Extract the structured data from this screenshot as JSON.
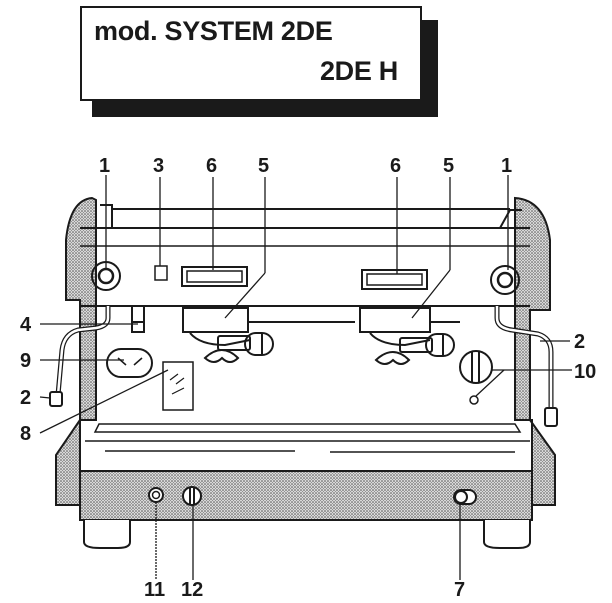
{
  "title": {
    "line1": "mod. SYSTEM 2DE",
    "line2": "2DE H"
  },
  "callouts": {
    "c1_left": "1",
    "c3": "3",
    "c6_left": "6",
    "c5_left": "5",
    "c6_right": "6",
    "c5_right": "5",
    "c1_right": "1",
    "c4": "4",
    "c9": "9",
    "c2_left": "2",
    "c8": "8",
    "c2_right": "2",
    "c10": "10",
    "c11": "11",
    "c12": "12",
    "c7": "7"
  },
  "colors": {
    "ink": "#1a1a1a",
    "background": "#ffffff",
    "stipple": "#8a8a8a"
  }
}
